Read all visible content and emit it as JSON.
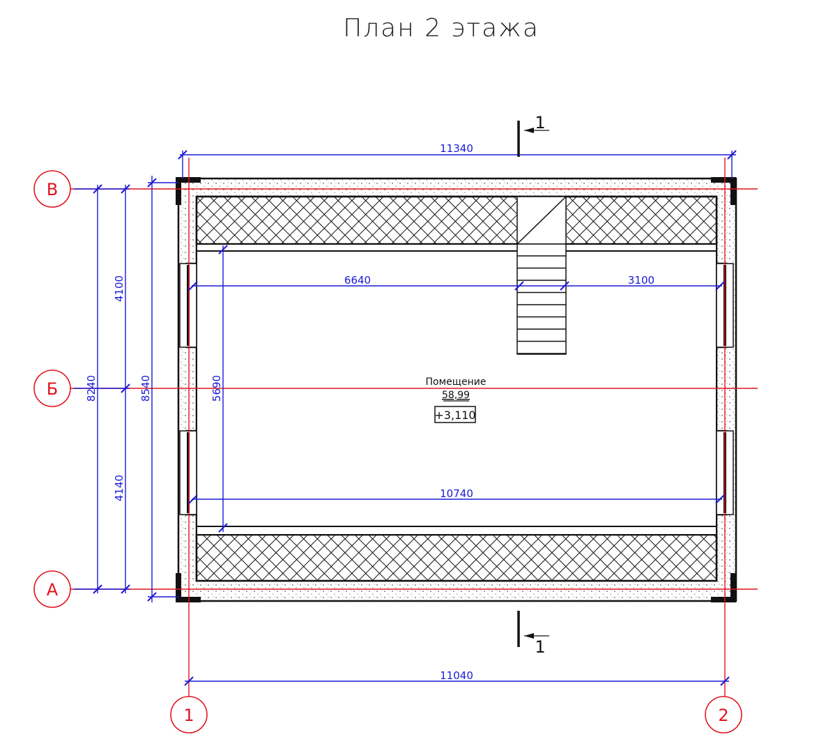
{
  "title": "План 2 этажа",
  "colors": {
    "axis": "#e0141e",
    "dimension": "#1a1ad6",
    "wall": "#111111"
  },
  "axes": {
    "rows": [
      "В",
      "Б",
      "А"
    ],
    "columns": [
      "1",
      "2"
    ]
  },
  "dimensions": {
    "top_overall": "11340",
    "bottom_overall": "11040",
    "interior_left": "6640",
    "interior_right": "3100",
    "interior_width": "10740",
    "interior_depth": "5690",
    "left_total_axes": "8240",
    "left_upper": "4100",
    "left_lower": "4140",
    "left_overall": "8540"
  },
  "section_mark": {
    "label_top": "1",
    "label_bottom": "1"
  },
  "room": {
    "name": "Помещение",
    "area": "58,99",
    "level": "+3,110"
  }
}
